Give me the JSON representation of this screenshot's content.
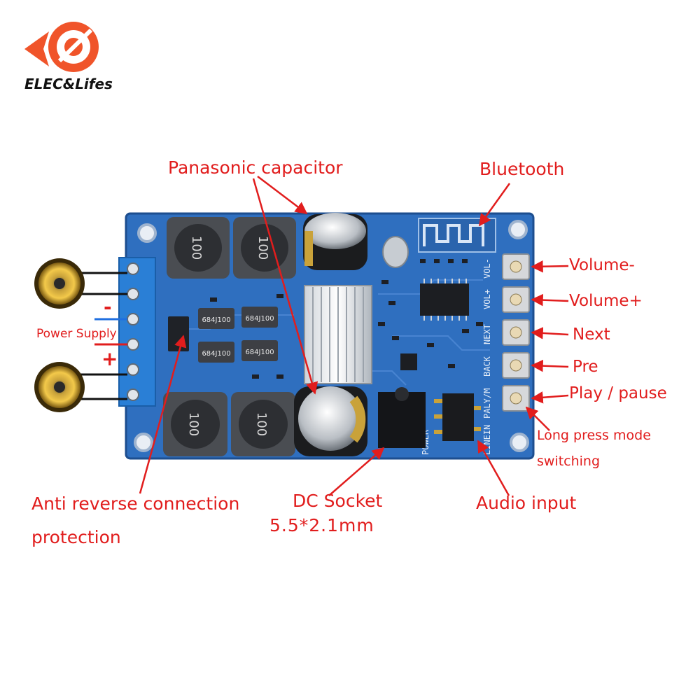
{
  "brand": {
    "name": "ELEC&Lifes",
    "accent": "#f0542a"
  },
  "labels": {
    "panasonic_capacitor": "Panasonic capacitor",
    "bluetooth": "Bluetooth",
    "volume_minus": "Volume-",
    "volume_plus": "Volume+",
    "next": "Next",
    "pre": "Pre",
    "play_pause": "Play / pause",
    "long_press_line1": "Long press mode",
    "long_press_line2": "switching",
    "power_supply": "Power Supply",
    "minus_sign": "-",
    "plus_sign": "+",
    "anti_reverse_line1": "Anti reverse connection",
    "anti_reverse_line2": "protection",
    "dc_socket_line1": "DC Socket",
    "dc_socket_line2": "5.5*2.1mm",
    "audio_input": "Audio input"
  },
  "board": {
    "inductor_marking": "100",
    "resistor_markings": [
      "684J100",
      "684J100",
      "684J100",
      "684J100"
    ],
    "silkscreen_buttons": [
      "VOL-",
      "VOL+",
      "NEXT",
      "BACK",
      "PALY/M"
    ],
    "silkscreen_linein": "LINEIN",
    "silkscreen_power": "POWER",
    "pcb_color": "#2f6fbf",
    "terminal_color": "#2a7fd6"
  },
  "colors": {
    "label_red": "#e11d1d",
    "wire": "#111111"
  }
}
